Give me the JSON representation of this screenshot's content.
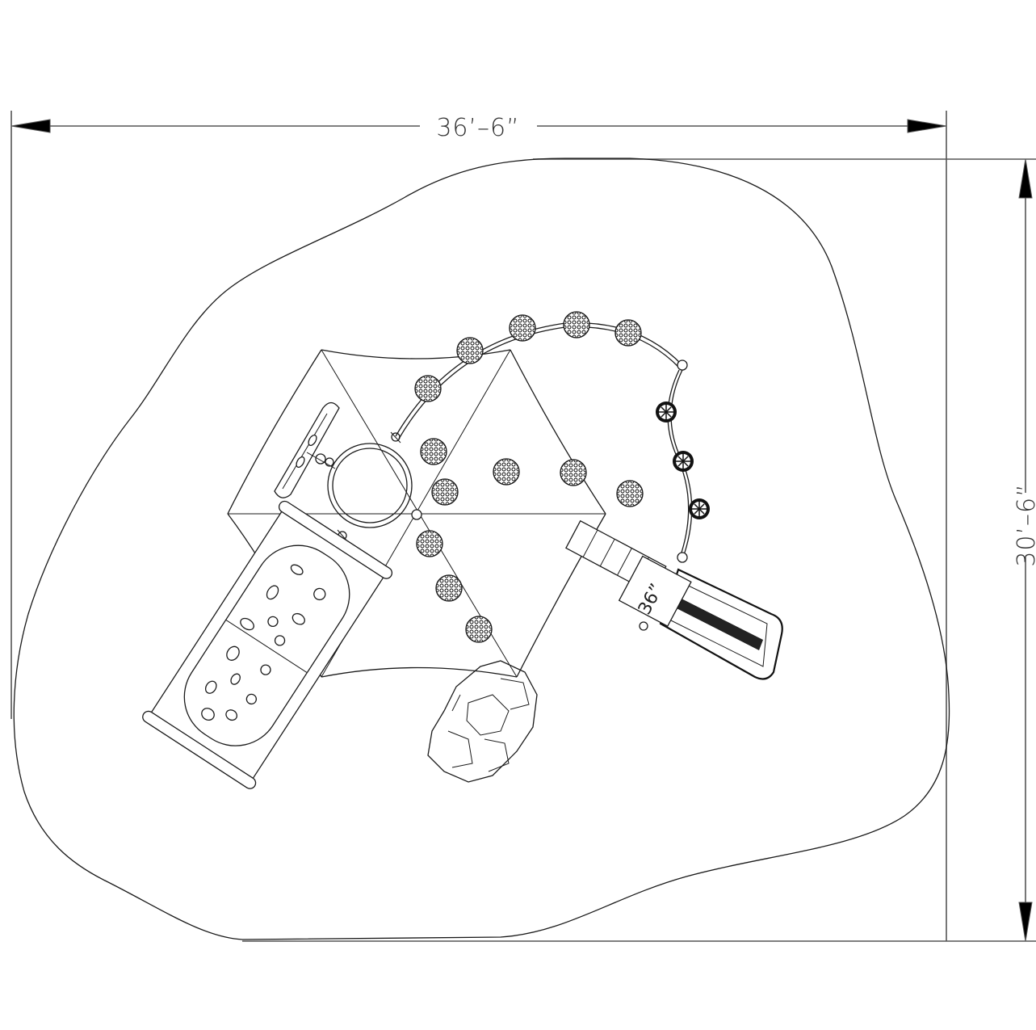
{
  "drawing": {
    "type": "playground plan view",
    "width_dimension": "36’–6”",
    "height_dimension": "30’–6”",
    "slide_deck_height": "36”"
  },
  "components": {
    "shade_canopy": "hexagonal shade sail",
    "climbing_net": "rope climbing net",
    "rock_climber": "boulder climber",
    "slide": "slide",
    "steps": "stepping pods",
    "balance_beam": "wheel balance path",
    "ring": "ring climber",
    "ladder": "horizontal ladder"
  },
  "colors": {
    "line": "#1a1a1a",
    "dimension_line": "#555555",
    "background": "#ffffff"
  }
}
